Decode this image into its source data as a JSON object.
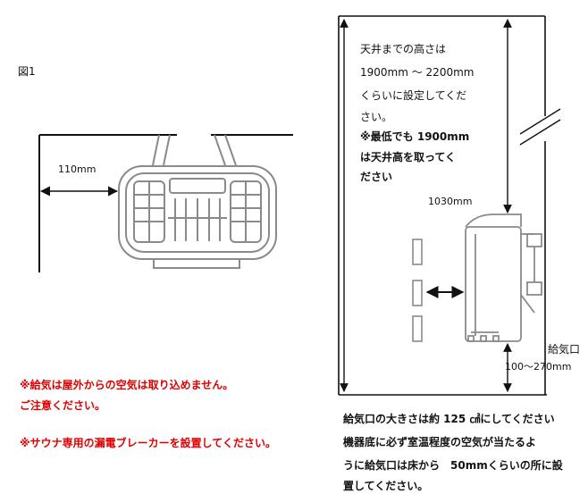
{
  "figure_label": "図1",
  "top_view": {
    "clearance_label": "110mm"
  },
  "side_view": {
    "ceiling_note": [
      "天井までの高さは",
      "1900mm ～ 2200mm",
      "くらいに設定してくだ",
      "さい。"
    ],
    "ceiling_note_bold": [
      "※最低でも 1900mm",
      "は天井高を取ってく",
      "ださい"
    ],
    "heater_height_label": "1030mm",
    "air_supply_label": "給気口",
    "air_supply_range": "100～270mm"
  },
  "warnings": [
    "※給気は屋外からの空気は取り込めません。",
    "ご注意ください。",
    "※サウナ専用の漏電ブレーカーを設置してください。"
  ],
  "bottom_note": [
    "給気口の大きさは約 125 ㎠にしてください",
    "機器底に必ず室温程度の空気が当たるよ",
    "うに給気口は床から　50mmくらいの所に設",
    "置してください。"
  ],
  "colors": {
    "line": "#111111",
    "heater": "#8a8a8a",
    "warning": "#e00000"
  }
}
